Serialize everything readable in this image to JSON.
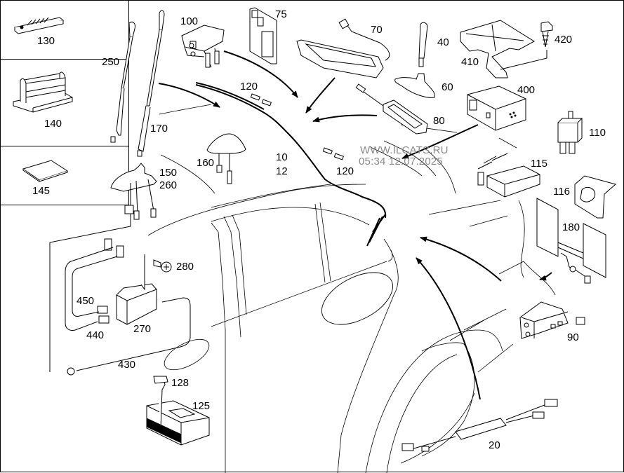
{
  "diagram": {
    "title": "Antenna and radio components exploded view",
    "watermark": {
      "site": "WWW.ILCATS.RU",
      "timestamp": "05:34 12.07.2025",
      "color": "#8a8a8a"
    },
    "insets": [
      {
        "part_no": "130",
        "description": "clip-strip"
      },
      {
        "part_no": "140",
        "description": "holder-bracket"
      },
      {
        "part_no": "145",
        "description": "adhesive-pad"
      }
    ],
    "labels": {
      "p250": "250",
      "p170": "170",
      "p150": "150",
      "p260": "260",
      "p100": "100",
      "p75": "75",
      "p70": "70",
      "p40": "40",
      "p60": "60",
      "p410": "410",
      "p420": "420",
      "p400": "400",
      "p120a": "120",
      "p120b": "120",
      "p80": "80",
      "p160": "160",
      "p10": "10",
      "p12": "12",
      "p110": "110",
      "p115": "115",
      "p116": "116",
      "p180": "180",
      "p280": "280",
      "p450": "450",
      "p440": "440",
      "p270": "270",
      "p430": "430",
      "p128": "128",
      "p125": "125",
      "p90": "90",
      "p20": "20"
    }
  }
}
